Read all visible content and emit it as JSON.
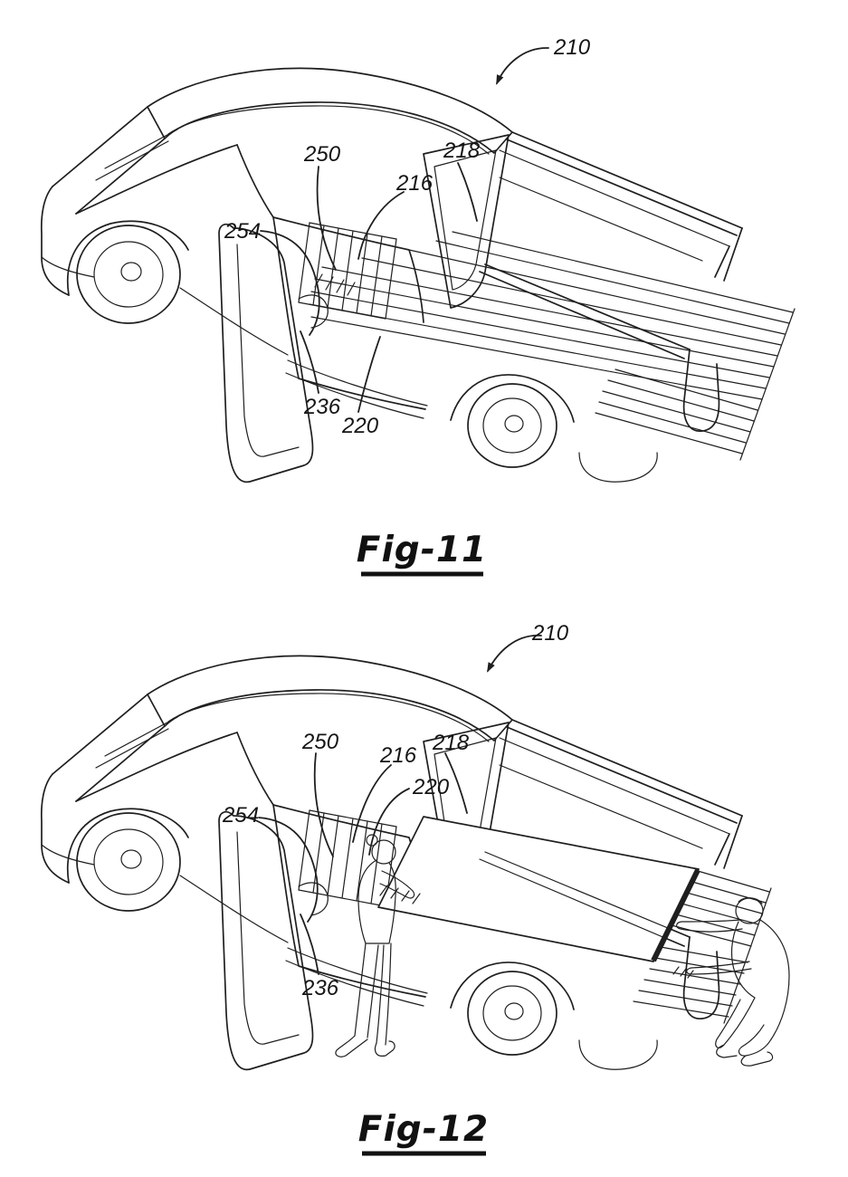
{
  "page": {
    "background": "#ffffff",
    "ink_color": "#1f1f1f"
  },
  "figures": [
    {
      "name": "figure-11",
      "caption": "Fig-11",
      "reference_numerals": [
        "210",
        "250",
        "216",
        "218",
        "254",
        "236",
        "220"
      ]
    },
    {
      "name": "figure-12",
      "caption": "Fig-12",
      "reference_numerals": [
        "210",
        "250",
        "216",
        "218",
        "220",
        "254",
        "236"
      ]
    }
  ]
}
